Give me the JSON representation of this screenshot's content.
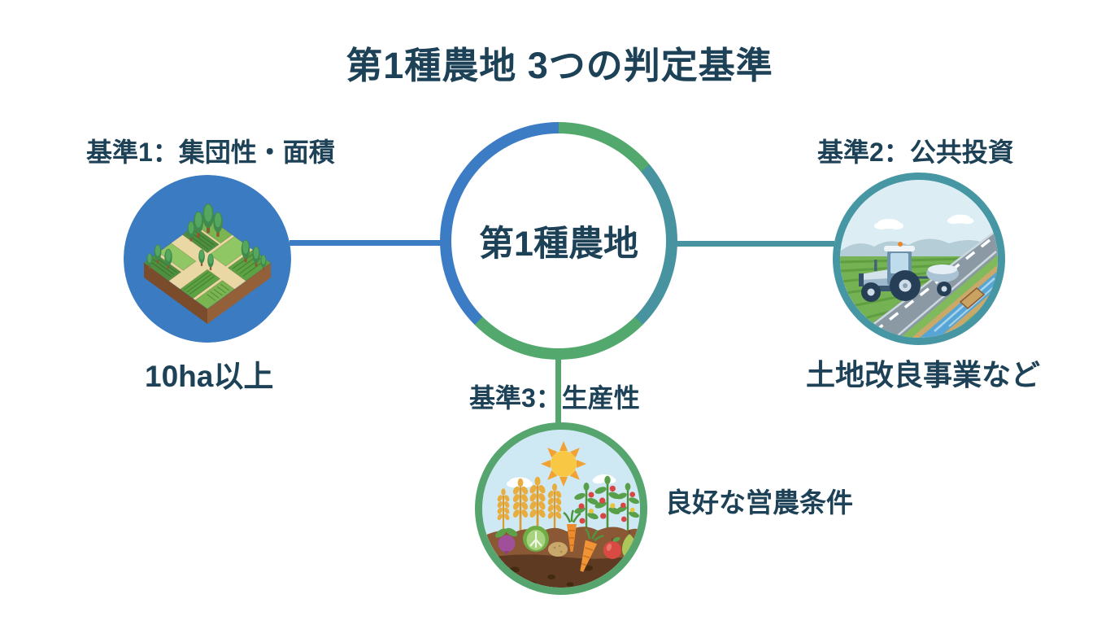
{
  "title": "第1種農地 3つの判定基準",
  "center_node": {
    "label": "第1種農地"
  },
  "criteria": [
    {
      "label": "基準1：集団性・面積",
      "value": "10ha以上",
      "icon": "isometric-farmland-icon",
      "accent": "#3b7cc4"
    },
    {
      "label": "基準2：公共投資",
      "value": "土地改良事業など",
      "icon": "tractor-road-canal-icon",
      "accent": "#47939f"
    },
    {
      "label": "基準3：生産性",
      "value": "良好な営農条件",
      "icon": "crops-sun-soil-icon",
      "accent": "#56a56e"
    }
  ],
  "colors": {
    "text": "#1d4156",
    "background": "#ffffff",
    "blue": "#3b7cc4",
    "teal": "#47939f",
    "green": "#56a56e"
  }
}
